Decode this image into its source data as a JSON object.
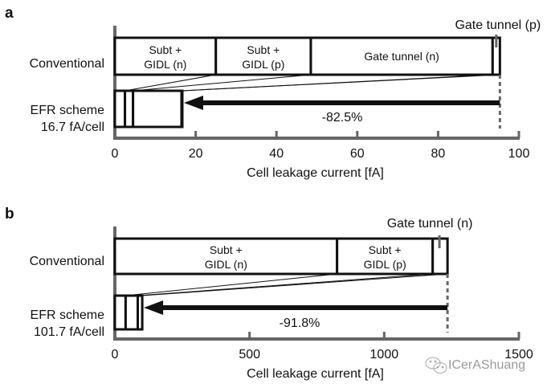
{
  "watermark": "ICerAShuang",
  "colors": {
    "bar_stroke": "#111111",
    "axis": "#666666",
    "dash": "#666666"
  },
  "chart_data": [
    {
      "panel": "a",
      "type": "bar",
      "orientation": "horizontal-stacked",
      "xlabel": "Cell leakage current [fA]",
      "xlim": [
        0,
        100
      ],
      "xticks": [
        0,
        20,
        40,
        60,
        80,
        100
      ],
      "rows": [
        {
          "name": "Conventional",
          "label_lines": [
            "Conventional"
          ],
          "segments": [
            {
              "name": "Subt + GIDL (n)",
              "label_lines": [
                "Subt +",
                "GIDL (n)"
              ],
              "start": 0,
              "end": 25
            },
            {
              "name": "Subt + GIDL (p)",
              "label_lines": [
                "Subt +",
                "GIDL (p)"
              ],
              "start": 25,
              "end": 48.5
            },
            {
              "name": "Gate tunnel (n)",
              "label_lines": [
                "Gate tunnel (n)"
              ],
              "start": 48.5,
              "end": 93.5
            },
            {
              "name": "Gate tunnel (p)",
              "label_lines": [],
              "start": 93.5,
              "end": 95.3
            }
          ],
          "total": 95.3
        },
        {
          "name": "EFR scheme",
          "label_lines": [
            "EFR scheme",
            "16.7 fA/cell"
          ],
          "segments": [
            {
              "name": "Subt + GIDL (n)",
              "start": 0,
              "end": 2.5
            },
            {
              "name": "Subt + GIDL (p)",
              "start": 2.5,
              "end": 4.5
            },
            {
              "name": "Gate tunnel (n)",
              "start": 4.5,
              "end": 16.5
            },
            {
              "name": "Gate tunnel (p)",
              "start": 16.5,
              "end": 16.7
            }
          ],
          "total": 16.7
        }
      ],
      "callout": {
        "text": "Gate tunnel (p)",
        "value": 94.4
      },
      "reduction_label": "-82.5%"
    },
    {
      "panel": "b",
      "type": "bar",
      "orientation": "horizontal-stacked",
      "xlabel": "Cell leakage current [fA]",
      "xlim": [
        0,
        1500
      ],
      "xticks": [
        0,
        500,
        1000,
        1500
      ],
      "rows": [
        {
          "name": "Conventional",
          "label_lines": [
            "Conventional"
          ],
          "segments": [
            {
              "name": "Subt + GIDL (n)",
              "label_lines": [
                "Subt +",
                "GIDL (n)"
              ],
              "start": 0,
              "end": 825
            },
            {
              "name": "Subt + GIDL (p)",
              "label_lines": [
                "Subt +",
                "GIDL (p)"
              ],
              "start": 825,
              "end": 1180
            },
            {
              "name": "Gate tunnel (n)",
              "label_lines": [],
              "start": 1180,
              "end": 1235
            }
          ],
          "total": 1235
        },
        {
          "name": "EFR scheme",
          "label_lines": [
            "EFR scheme",
            "101.7 fA/cell"
          ],
          "segments": [
            {
              "name": "Subt + GIDL (n)",
              "start": 0,
              "end": 40
            },
            {
              "name": "Subt + GIDL (p)",
              "start": 40,
              "end": 85
            },
            {
              "name": "Gate tunnel (n)",
              "start": 85,
              "end": 101.7
            }
          ],
          "total": 101.7
        }
      ],
      "callout": {
        "text": "Gate tunnel (n)",
        "value": 1205
      },
      "reduction_label": "-91.8%"
    }
  ]
}
